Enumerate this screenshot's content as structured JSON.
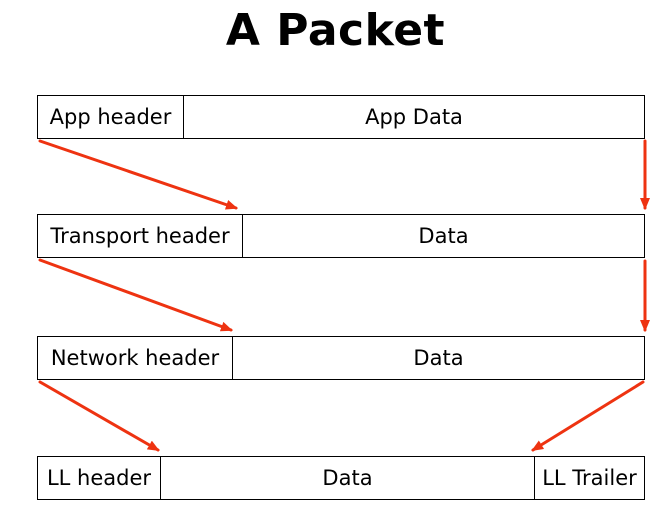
{
  "title": "A Packet",
  "layers": {
    "app": {
      "header": "App header",
      "data": "App Data"
    },
    "transport": {
      "header": "Transport header",
      "data": "Data"
    },
    "network": {
      "header": "Network header",
      "data": "Data"
    },
    "link": {
      "header": "LL header",
      "data": "Data",
      "trailer": "LL Trailer"
    }
  },
  "colors": {
    "arrow": "#ee3311",
    "border": "#000000"
  }
}
